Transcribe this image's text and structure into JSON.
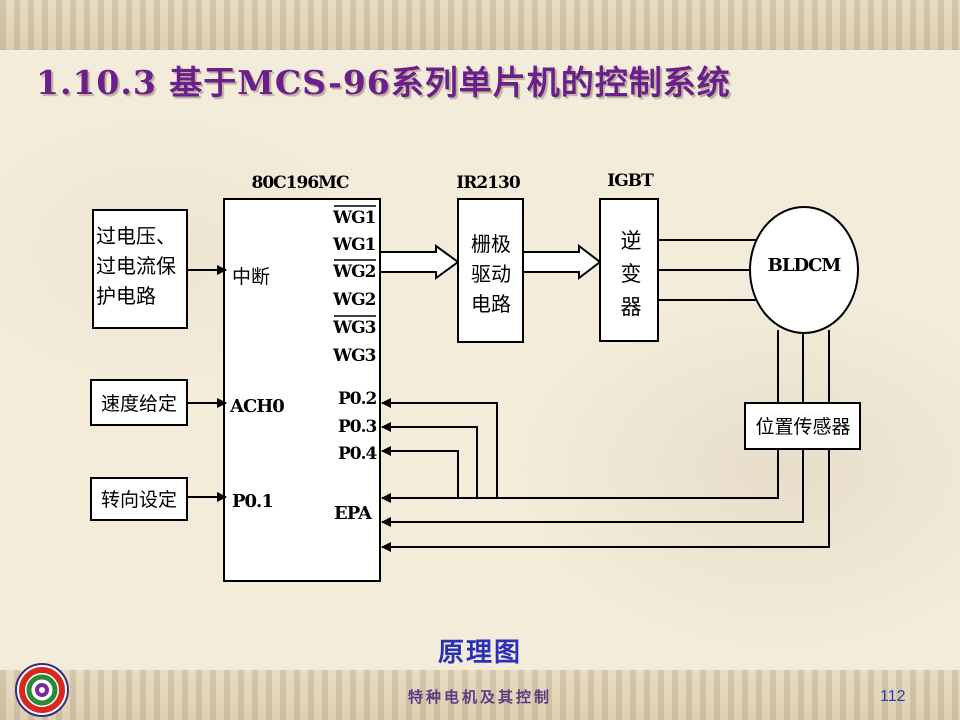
{
  "slide": {
    "title": "1.10.3 基于MCS-96系列单片机的控制系统",
    "caption": "原理图",
    "footer": "特种电机及其控制",
    "page_number": "112"
  },
  "diagram": {
    "mcu_label": "80C196MC",
    "driver_label": "IR2130",
    "igbt_label": "IGBT",
    "protection": [
      "过电压、",
      "过电流保",
      "护电路"
    ],
    "speed_setting": "速度给定",
    "direction_setting": "转向设定",
    "mcu_pins_left": {
      "interrupt": "中断",
      "ach0": "ACH0",
      "p01": "P0.1"
    },
    "mcu_pins_right": {
      "wg_top": "WG1",
      "wg1": "WG1",
      "wg_bar2": "WG2",
      "wg2": "WG2",
      "wg_bar3": "WG3",
      "wg3": "WG3",
      "p02": "P0.2",
      "p03": "P0.3",
      "p04": "P0.4",
      "epa": "EPA"
    },
    "gate_drive": [
      "栅极",
      "驱动",
      "电路"
    ],
    "inverter": [
      "逆",
      "变",
      "器"
    ],
    "motor": "BLDCM",
    "position_sensor": "位置传感器"
  }
}
